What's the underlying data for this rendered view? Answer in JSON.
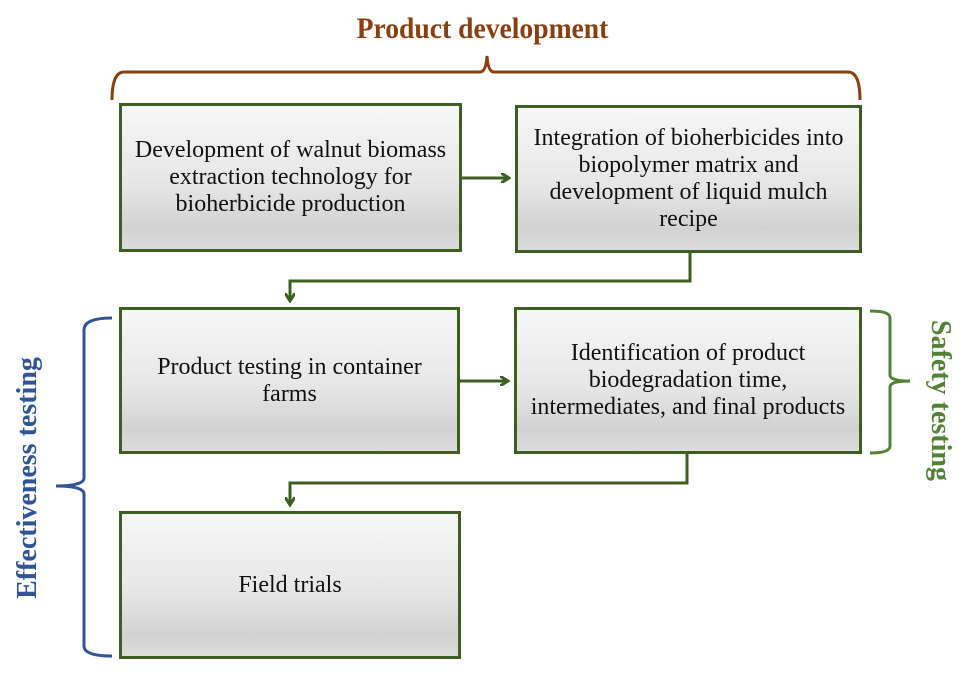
{
  "title": "Product development",
  "colors": {
    "product_development": "#8a3f10",
    "effectiveness_testing": "#2f5597",
    "safety_testing": "#548235",
    "box_border": "#3f5f22"
  },
  "boxes": [
    {
      "id": "extraction",
      "text": "Development of walnut biomass extraction technology for bioherbicide production"
    },
    {
      "id": "integration",
      "text": "Integration of bioherbicides into biopolymer matrix and development of liquid mulch recipe"
    },
    {
      "id": "container",
      "text": "Product testing in container farms"
    },
    {
      "id": "biodegradation",
      "text": "Identification of product biodegradation time, intermediates, and final products"
    },
    {
      "id": "field",
      "text": "Field trials"
    }
  ],
  "groups": {
    "effectiveness": "Effectiveness testing",
    "safety": "Safety testing"
  },
  "edges": [
    {
      "from": "extraction",
      "to": "integration"
    },
    {
      "from": "integration",
      "to": "container"
    },
    {
      "from": "container",
      "to": "biodegradation"
    },
    {
      "from": "biodegradation",
      "to": "field"
    }
  ]
}
